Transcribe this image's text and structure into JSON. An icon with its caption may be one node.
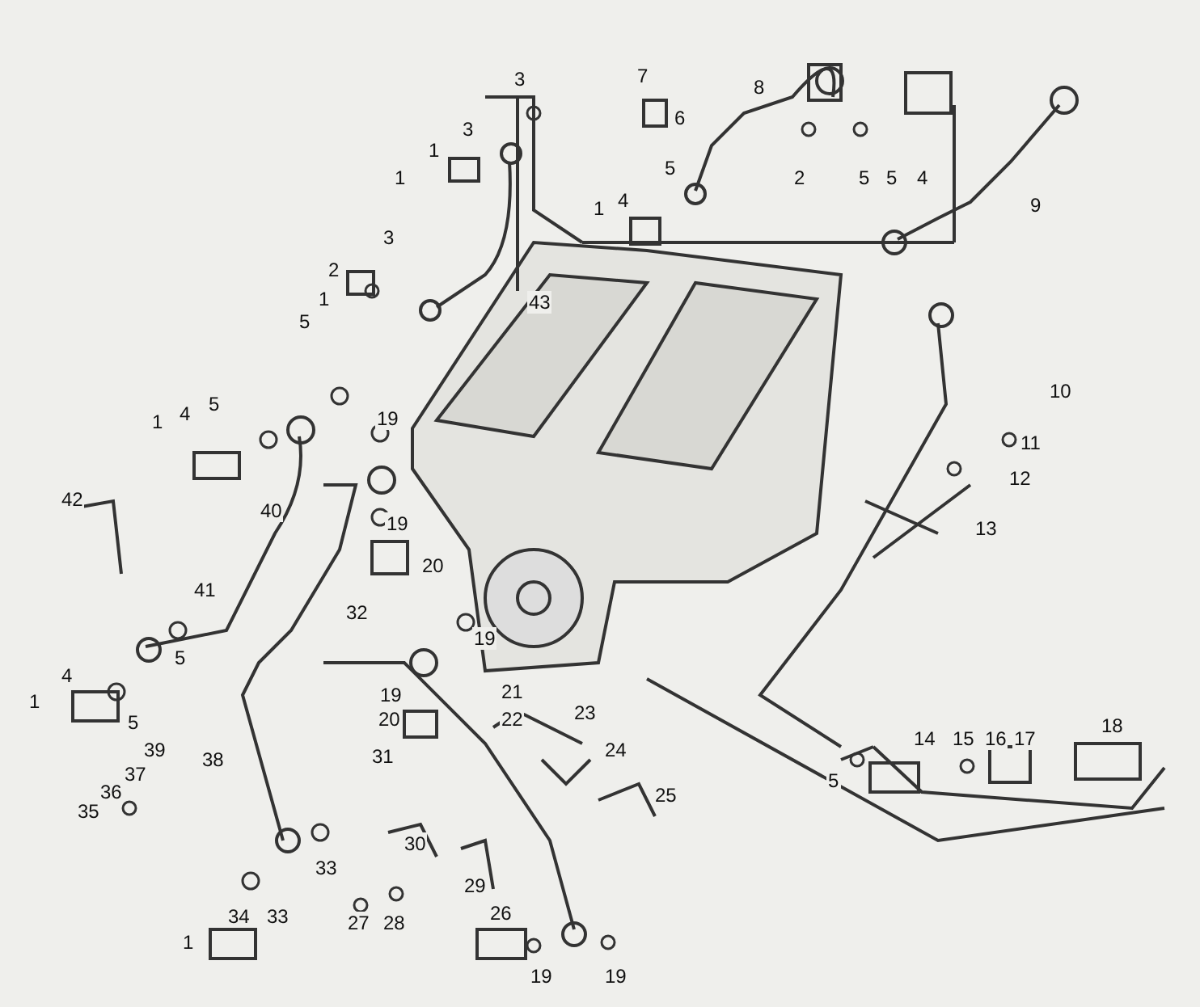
{
  "diagram": {
    "labels": [
      "3",
      "7",
      "8",
      "6",
      "3",
      "2",
      "5",
      "5",
      "4",
      "1",
      "1",
      "5",
      "4",
      "1",
      "9",
      "3",
      "2",
      "1",
      "5",
      "43",
      "10",
      "19",
      "11",
      "5",
      "4",
      "1",
      "12",
      "19",
      "42",
      "40",
      "13",
      "20",
      "41",
      "32",
      "19",
      "5",
      "21",
      "22",
      "23",
      "19",
      "4",
      "1",
      "5",
      "20",
      "39",
      "38",
      "31",
      "24",
      "5",
      "14",
      "15",
      "16",
      "17",
      "18",
      "37",
      "36",
      "35",
      "25",
      "30",
      "33",
      "29",
      "1",
      "34",
      "33",
      "27",
      "28",
      "26",
      "19",
      "19"
    ]
  }
}
